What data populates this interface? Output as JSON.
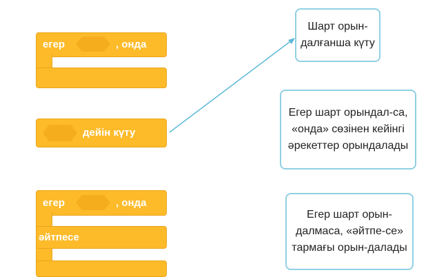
{
  "blocks": {
    "if_then": {
      "if_label": "егер",
      "then_label": ", онда"
    },
    "wait_until": {
      "label": "дейін күту"
    },
    "if_else": {
      "if_label": "егер",
      "then_label": ", онда",
      "else_label": "әйтпесе"
    }
  },
  "captions": [
    "Шарт орын-далғанша күту",
    "Егер шарт орындал-са, «онда» сөзінен кейінгі әрекеттер орындалады",
    "Егер шарт орын-далмаса, «әйтпе-се» тармағы орын-далады"
  ],
  "colors": {
    "block": "#fdbb2a",
    "box_border": "#8fd0e3",
    "arrow": "#5bb8d6"
  }
}
